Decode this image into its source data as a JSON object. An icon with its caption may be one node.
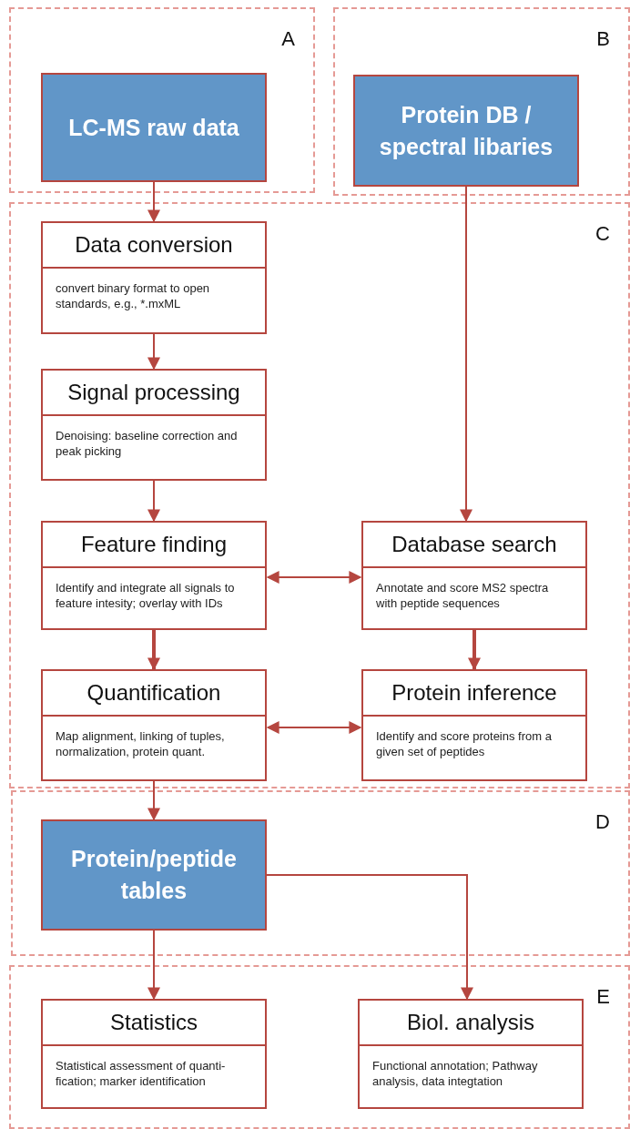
{
  "diagram": {
    "nodes": [
      {
        "text": [
          "A"
        ]
      },
      {
        "text": [
          "LC-MS raw data"
        ],
        "in": 0
      },
      {
        "text": [
          "B"
        ]
      },
      {
        "text": [
          "Protein DB / spectral libaries"
        ],
        "in": 2
      },
      {
        "text": [
          "C"
        ]
      },
      {
        "text": [
          "Data conversion",
          "convert binary format to open standards, e.g., *.mxML"
        ],
        "in": 4
      },
      {
        "text": [
          "Signal processing",
          "Denoising: baseline correction and peak picking"
        ],
        "in": 4
      },
      {
        "text": [
          "Feature finding",
          "Identify and integrate all signals to feature intesity; overlay with IDs"
        ],
        "in": 4
      },
      {
        "text": [
          "Database search",
          "Annotate and score MS2 spectra with peptide sequences"
        ],
        "in": 4
      },
      {
        "text": [
          "Quantification",
          "Map alignment, linking of tuples, normalization, protein quant."
        ],
        "in": 4
      },
      {
        "text": [
          "Protein inference",
          "Identify and score proteins from a given set of peptides"
        ],
        "in": 4
      },
      {
        "text": [
          "D"
        ]
      },
      {
        "text": [
          "Protein/peptide tables"
        ],
        "in": 11
      },
      {
        "text": [
          "E"
        ]
      },
      {
        "text": [
          "Statistics",
          "Statistical assessment of quanti- fication; marker identification"
        ],
        "in": 13
      },
      {
        "text": [
          "Biol. analysis",
          "Functional annotation; Pathway analysis, data integtation"
        ],
        "in": 13
      }
    ],
    "edges": [
      {
        "from": 1,
        "to": 5,
        "arrow": "to"
      },
      {
        "from": 3,
        "to": 8,
        "arrow": "to"
      },
      {
        "from": 5,
        "to": 6,
        "arrow": "to"
      },
      {
        "from": 6,
        "to": 7,
        "arrow": "to"
      },
      {
        "from": 7,
        "to": 8,
        "arrow": "both"
      },
      {
        "from": 7,
        "to": 9,
        "arrow": "to",
        "style": "thick"
      },
      {
        "from": 8,
        "to": 10,
        "arrow": "to",
        "style": "thick"
      },
      {
        "from": 9,
        "to": 10,
        "arrow": "both"
      },
      {
        "from": 9,
        "to": 12,
        "arrow": "to"
      },
      {
        "from": 12,
        "to": 14,
        "arrow": "to"
      },
      {
        "from": 12,
        "to": 15,
        "arrow": "to"
      }
    ]
  }
}
